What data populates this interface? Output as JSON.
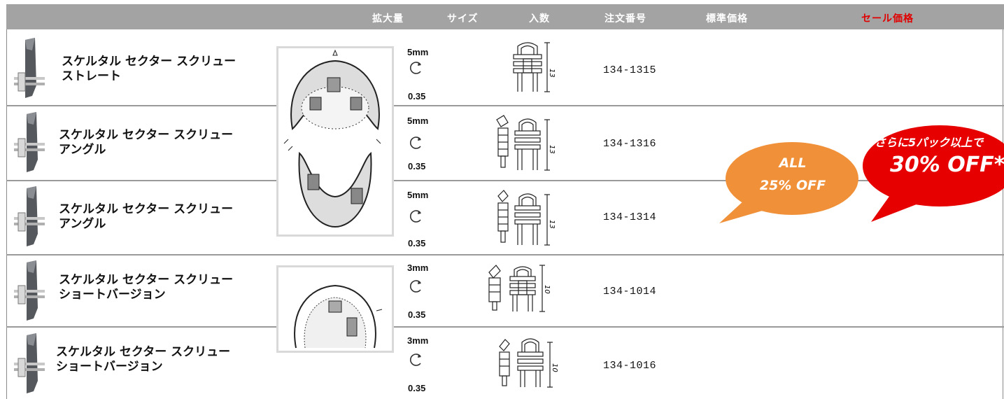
{
  "header": {
    "columns": [
      "拡大量",
      "サイズ",
      "入数",
      "注文番号",
      "標準価格",
      "セール価格"
    ]
  },
  "rows": [
    {
      "name_line1": "スケルタル セクター スクリュー",
      "name_line2": "ストレート",
      "expansion": "5mm",
      "pitch": "0.35",
      "drawing_dim": "13",
      "order_no": "134-1315"
    },
    {
      "name_line1": "スケルタル セクター スクリュー",
      "name_line2": "アングル",
      "expansion": "5mm",
      "pitch": "0.35",
      "drawing_dim": "13",
      "order_no": "134-1316"
    },
    {
      "name_line1": "スケルタル セクター スクリュー",
      "name_line2": "アングル",
      "expansion": "5mm",
      "pitch": "0.35",
      "drawing_dim": "13",
      "order_no": "134-1314"
    },
    {
      "name_line1": "スケルタル セクター スクリュー",
      "name_line2": "ショートバージョン",
      "expansion": "3mm",
      "pitch": "0.35",
      "drawing_dim": "10",
      "order_no": "134-1014"
    },
    {
      "name_line1": "スケルタル セクター スクリュー",
      "name_line2": "ショートバージョン",
      "expansion": "3mm",
      "pitch": "0.35",
      "drawing_dim": "10",
      "order_no": "134-1016"
    }
  ],
  "promo": {
    "bubble1_line1": "ALL",
    "bubble1_line2": "25% OFF",
    "bubble1_color": "#f0913a",
    "bubble2_line1": "さらに5パック以上で",
    "bubble2_line2": "30% OFF*",
    "bubble2_color": "#e60000"
  },
  "colors": {
    "header_bg": "#a3a3a3",
    "sale_header": "#e00000"
  }
}
